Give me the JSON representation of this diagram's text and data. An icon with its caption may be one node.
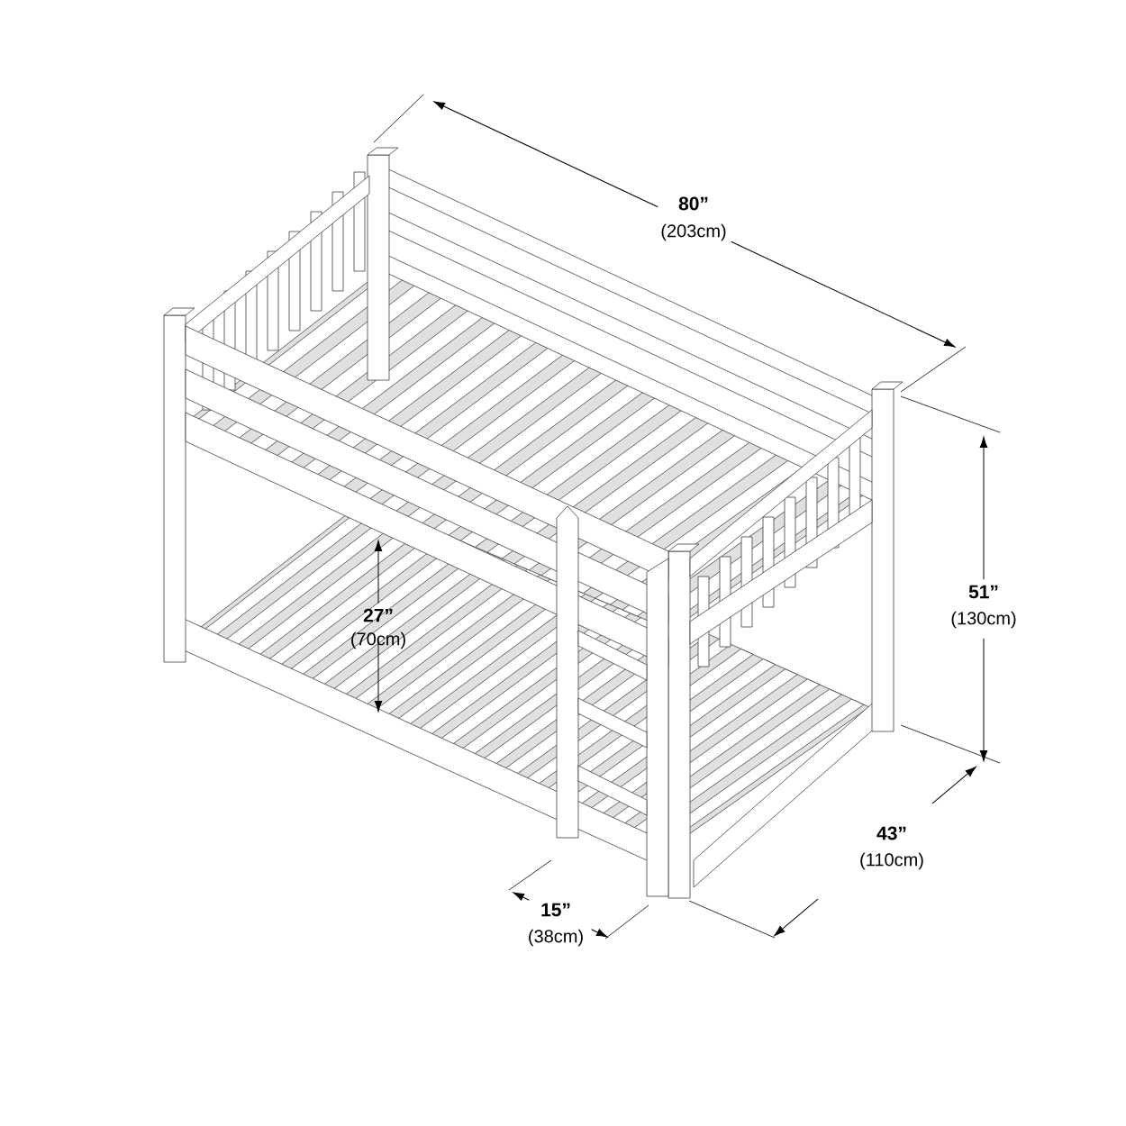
{
  "diagram": {
    "labels": [
      "80”",
      "(203cm)",
      "51”",
      "(130cm)",
      "27”",
      "(70cm)",
      "43”",
      "(110cm)",
      "15”",
      "(38cm)"
    ]
  }
}
